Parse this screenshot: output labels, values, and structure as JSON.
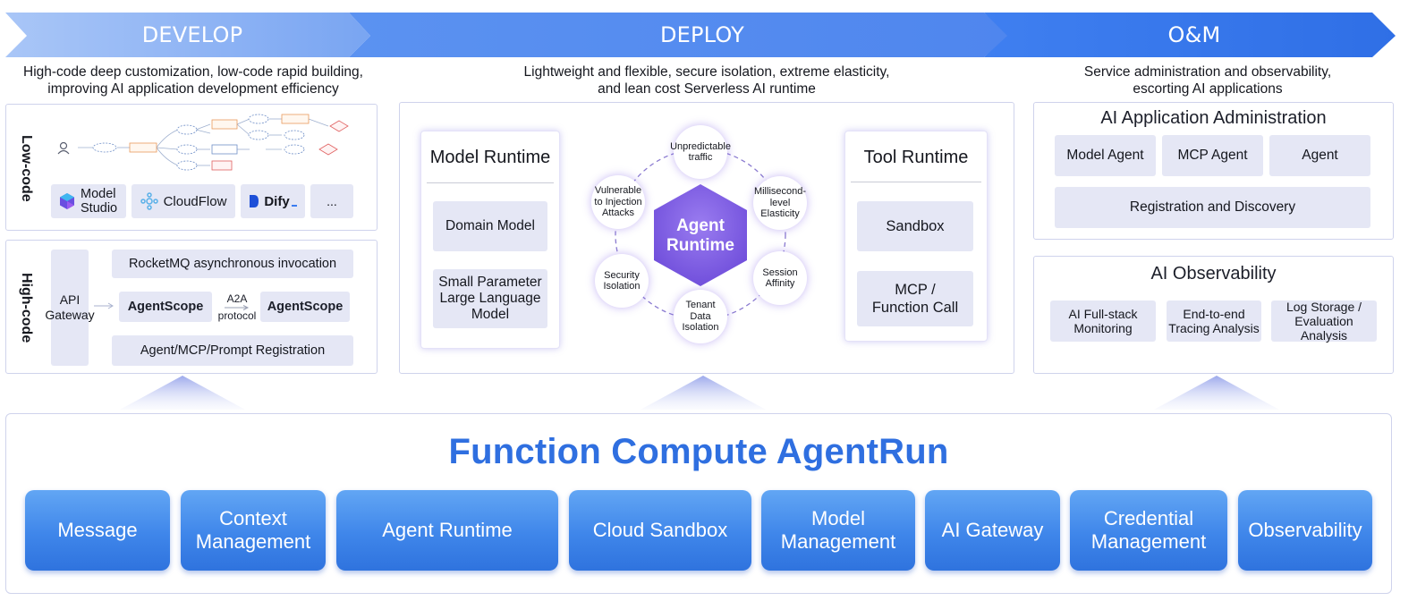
{
  "phases": {
    "develop": "DEVELOP",
    "deploy": "DEPLOY",
    "om": "O&M"
  },
  "subtitles": {
    "develop": [
      "High-code deep customization, low-code rapid building,",
      "improving AI application development efficiency"
    ],
    "deploy": [
      "Lightweight and flexible, secure isolation, extreme elasticity,",
      "and lean cost Serverless AI runtime"
    ],
    "om": [
      "Service administration and observability,",
      "escorting AI applications"
    ]
  },
  "lowcode": {
    "label": "Low-code",
    "tools": [
      "Model Studio",
      "CloudFlow",
      "Dify",
      "..."
    ],
    "model_studio": [
      "Model",
      "Studio"
    ],
    "colors": {
      "flow_node": "#6f8fc7",
      "flow_orange": "#e89a5c",
      "flow_red": "#e06060"
    }
  },
  "highcode": {
    "label": "High-code",
    "api_gateway": [
      "API",
      "Gateway"
    ],
    "rocketmq": "RocketMQ asynchronous invocation",
    "agentscope_left": "AgentScope",
    "agentscope_right": "AgentScope",
    "a2a": [
      "A2A",
      "protocol"
    ],
    "registration": "Agent/MCP/Prompt Registration"
  },
  "deploy": {
    "model_runtime": {
      "title": "Model Runtime",
      "items": [
        [
          "Domain Model"
        ],
        [
          "Small Parameter",
          "Large Language",
          "Model"
        ]
      ]
    },
    "agent_runtime": [
      "Agent",
      "Runtime"
    ],
    "features": [
      [
        "Unpredictable",
        "traffic"
      ],
      [
        "Millisecond-",
        "level",
        "Elasticity"
      ],
      [
        "Session",
        "Affinity"
      ],
      [
        "Tenant",
        "Data",
        "Isolation"
      ],
      [
        "Security",
        "Isolation"
      ],
      [
        "Vulnerable",
        "to Injection",
        "Attacks"
      ]
    ],
    "tool_runtime": {
      "title": "Tool Runtime",
      "items": [
        [
          "Sandbox"
        ],
        [
          "MCP /",
          "Function Call"
        ]
      ]
    }
  },
  "om": {
    "admin": {
      "title": "AI Application Administration",
      "items": [
        "Model Agent",
        "MCP Agent",
        "Agent"
      ],
      "registration": "Registration and Discovery"
    },
    "observability": {
      "title": "AI Observability",
      "items": [
        [
          "AI Full-stack",
          "Monitoring"
        ],
        [
          "End-to-end",
          "Tracing Analysis"
        ],
        [
          "Log Storage /",
          "Evaluation Analysis"
        ]
      ]
    }
  },
  "base": {
    "title": "Function Compute AgentRun",
    "modules": [
      [
        "Message"
      ],
      [
        "Context",
        "Management"
      ],
      [
        "Agent Runtime"
      ],
      [
        "Cloud Sandbox"
      ],
      [
        "Model",
        "Management"
      ],
      [
        "AI Gateway"
      ],
      [
        "Credential",
        "Management"
      ],
      [
        "Observability"
      ]
    ]
  },
  "colors": {
    "brand_blue": "#2f6fe0",
    "banner_light": "#8fb3f4",
    "banner_mid": "#5a8ef0",
    "banner_dark": "#3b7bee",
    "hex_purple": "#7b5be0",
    "panel_border": "#cfd3ec",
    "chip_bg": "#e5e7f5"
  }
}
